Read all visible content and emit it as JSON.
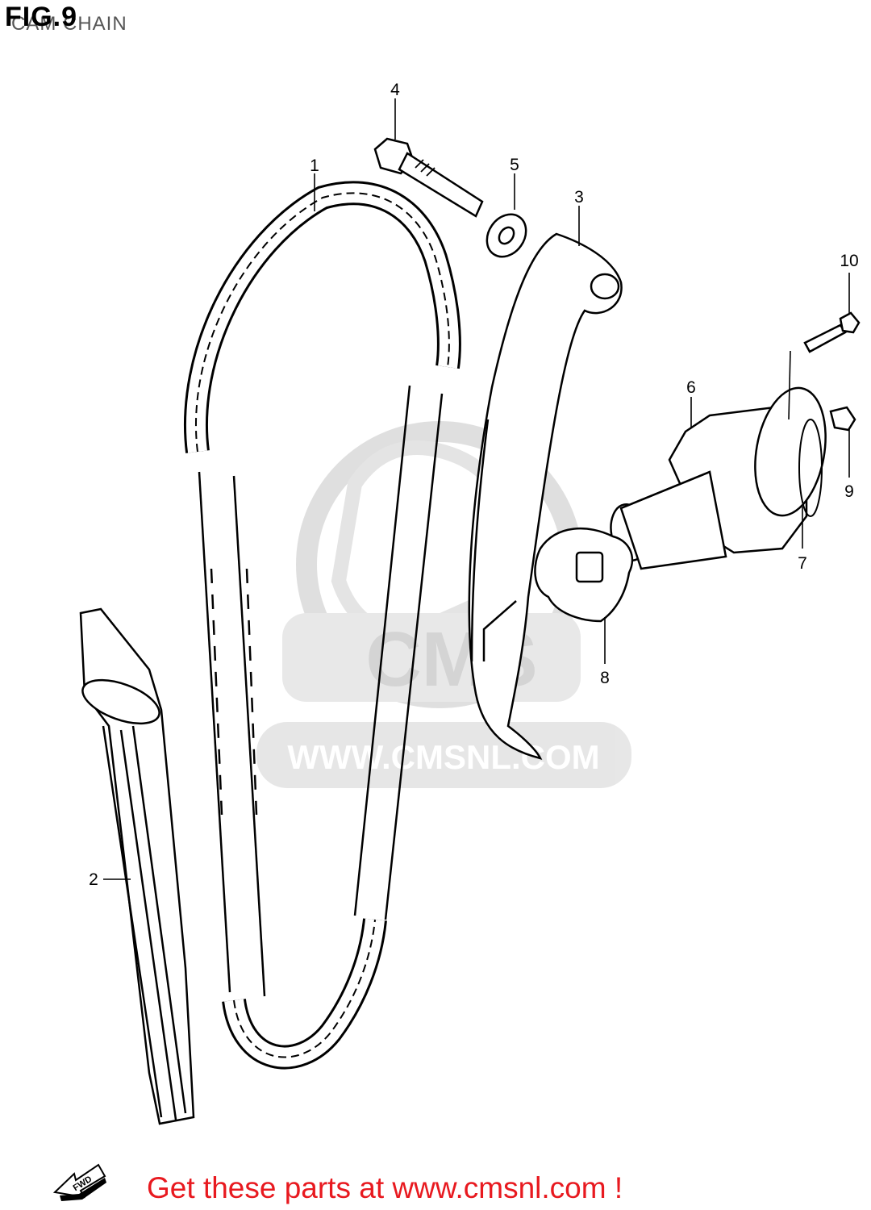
{
  "figure": {
    "title": "FIG.9",
    "subtitle": "CAM CHAIN"
  },
  "parts": [
    {
      "number": "1"
    },
    {
      "number": "2"
    },
    {
      "number": "3"
    },
    {
      "number": "4"
    },
    {
      "number": "5"
    },
    {
      "number": "6"
    },
    {
      "number": "7"
    },
    {
      "number": "8"
    },
    {
      "number": "9"
    },
    {
      "number": "10"
    }
  ],
  "direction_indicator": {
    "label": "FWD"
  },
  "watermark": {
    "logo_text": "CMS",
    "url_text": "WWW.CMSNL.COM"
  },
  "footer": {
    "link_text": "Get these parts at www.cmsnl.com !"
  },
  "colors": {
    "link": "#e8191f",
    "line": "#000000",
    "watermark": "#d8d8d8"
  }
}
